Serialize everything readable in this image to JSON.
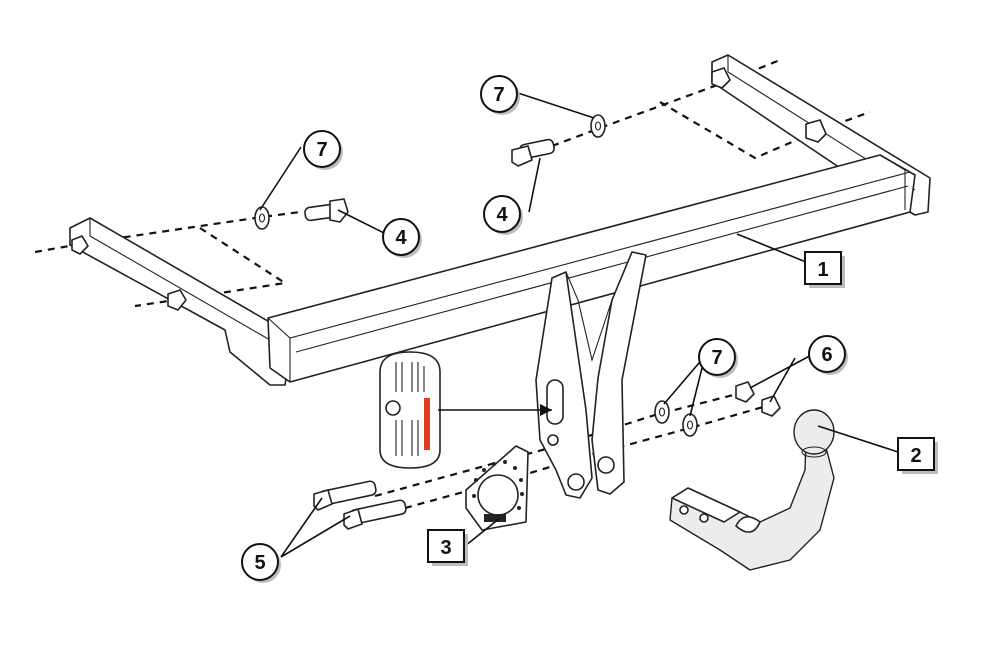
{
  "callouts": {
    "c1": "1",
    "c2": "2",
    "c3": "3",
    "c4a": "4",
    "c4b": "4",
    "c5": "5",
    "c6": "6",
    "c7a": "7",
    "c7b": "7",
    "c7c": "7"
  },
  "colors": {
    "line": "#222222",
    "label_accent": "#e03c1e",
    "shadow": "#bdbdbd"
  }
}
